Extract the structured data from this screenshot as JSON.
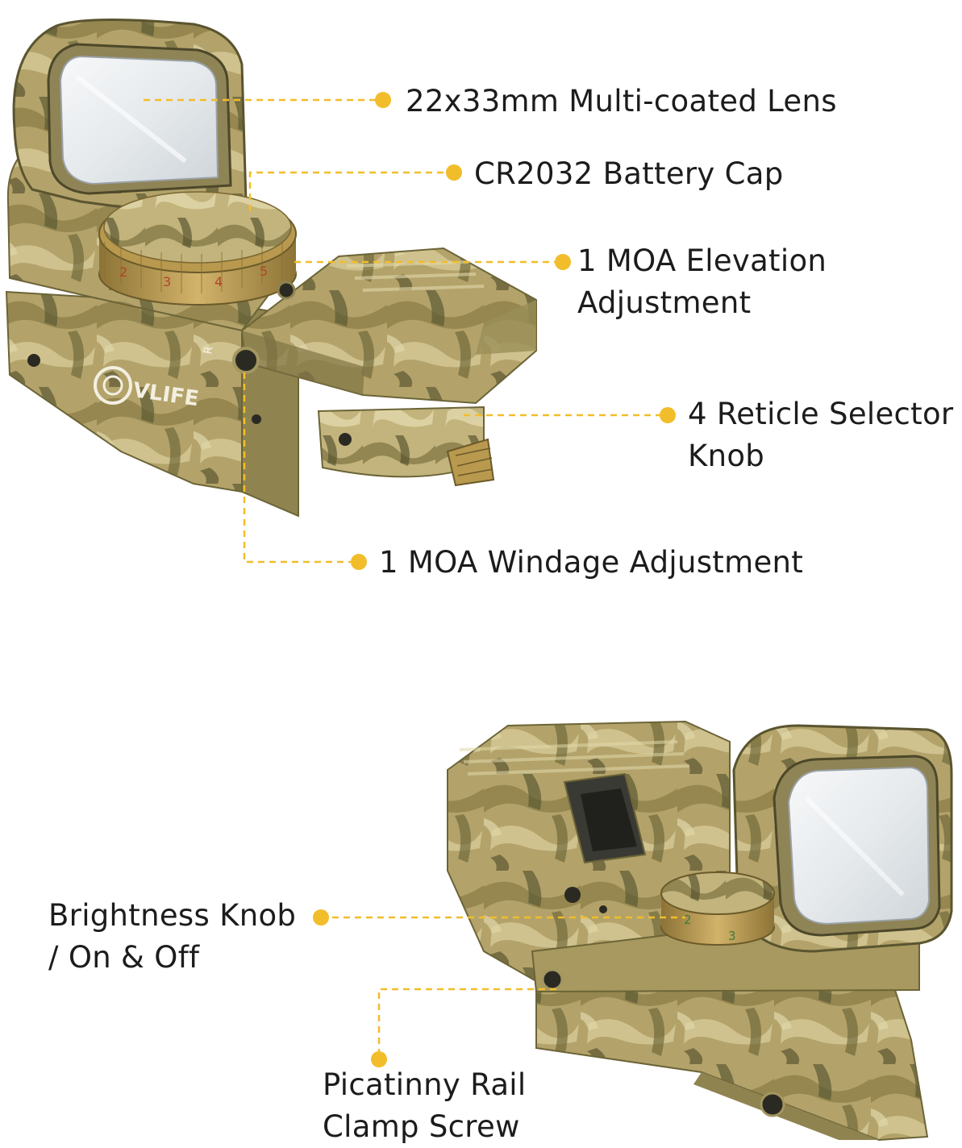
{
  "colors": {
    "accent": "#f2bd2a",
    "camo_base": "#b3a36a",
    "camo_light": "#d4c894",
    "camo_dark": "#5d5a33",
    "brass": "#b8994e",
    "lens": "#eef1f3",
    "text": "#1c1c1c"
  },
  "brand": {
    "logo_text": "VLIFE"
  },
  "dial": {
    "numbers_top": [
      "2",
      "3",
      "4",
      "5"
    ],
    "numbers_bottom": [
      "2",
      "3"
    ]
  },
  "callouts": {
    "lens": {
      "lines": [
        "22x33mm Multi-coated Lens"
      ]
    },
    "battery": {
      "lines": [
        "CR2032 Battery Cap"
      ]
    },
    "elevation": {
      "lines": [
        "1 MOA Elevation",
        "Adjustment"
      ]
    },
    "reticle": {
      "lines": [
        "4 Reticle Selector",
        "Knob"
      ]
    },
    "windage": {
      "lines": [
        "1 MOA Windage Adjustment"
      ]
    },
    "brightness": {
      "lines": [
        "Brightness Knob",
        "/ On & Off"
      ]
    },
    "rail": {
      "lines": [
        "Picatinny Rail",
        "Clamp Screw"
      ]
    }
  }
}
